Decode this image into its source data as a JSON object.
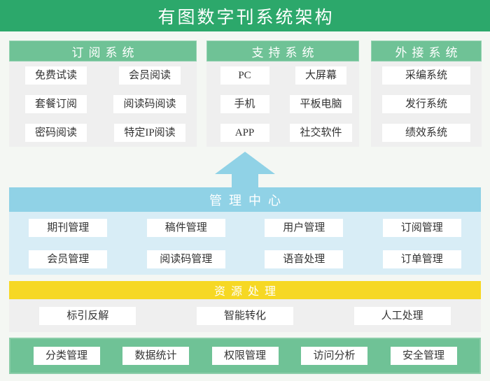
{
  "title": "有图数字刊系统架构",
  "columns": [
    {
      "header": "订阅系统",
      "items": [
        "免费试读",
        "会员阅读",
        "套餐订阅",
        "阅读码阅读",
        "密码阅读",
        "特定IP阅读"
      ]
    },
    {
      "header": "支持系统",
      "items": [
        "PC",
        "大屏幕",
        "手机",
        "平板电脑",
        "APP",
        "社交软件"
      ]
    },
    {
      "header": "外接系统",
      "items": [
        "采编系统",
        "发行系统",
        "绩效系统"
      ]
    }
  ],
  "management": {
    "header": "管理中心",
    "items": [
      "期刊管理",
      "稿件管理",
      "用户管理",
      "订阅管理",
      "会员管理",
      "阅读码管理",
      "语音处理",
      "订单管理"
    ]
  },
  "resource": {
    "header": "资源处理",
    "items": [
      "标引反解",
      "智能转化",
      "人工处理"
    ]
  },
  "bottom_row": {
    "items": [
      "分类管理",
      "数据统计",
      "权限管理",
      "访问分析",
      "安全管理"
    ]
  },
  "colors": {
    "title_bar_green": "#2ca86b",
    "section_header_green": "#6fc296",
    "panel_gray": "#efefef",
    "page_background": "#f4f7f3",
    "arrow_teal": "#90d2e6",
    "management_panel_blue": "#d8edf6",
    "resource_yellow": "#f6d824",
    "item_box_white": "#ffffff",
    "item_text": "#333333"
  }
}
